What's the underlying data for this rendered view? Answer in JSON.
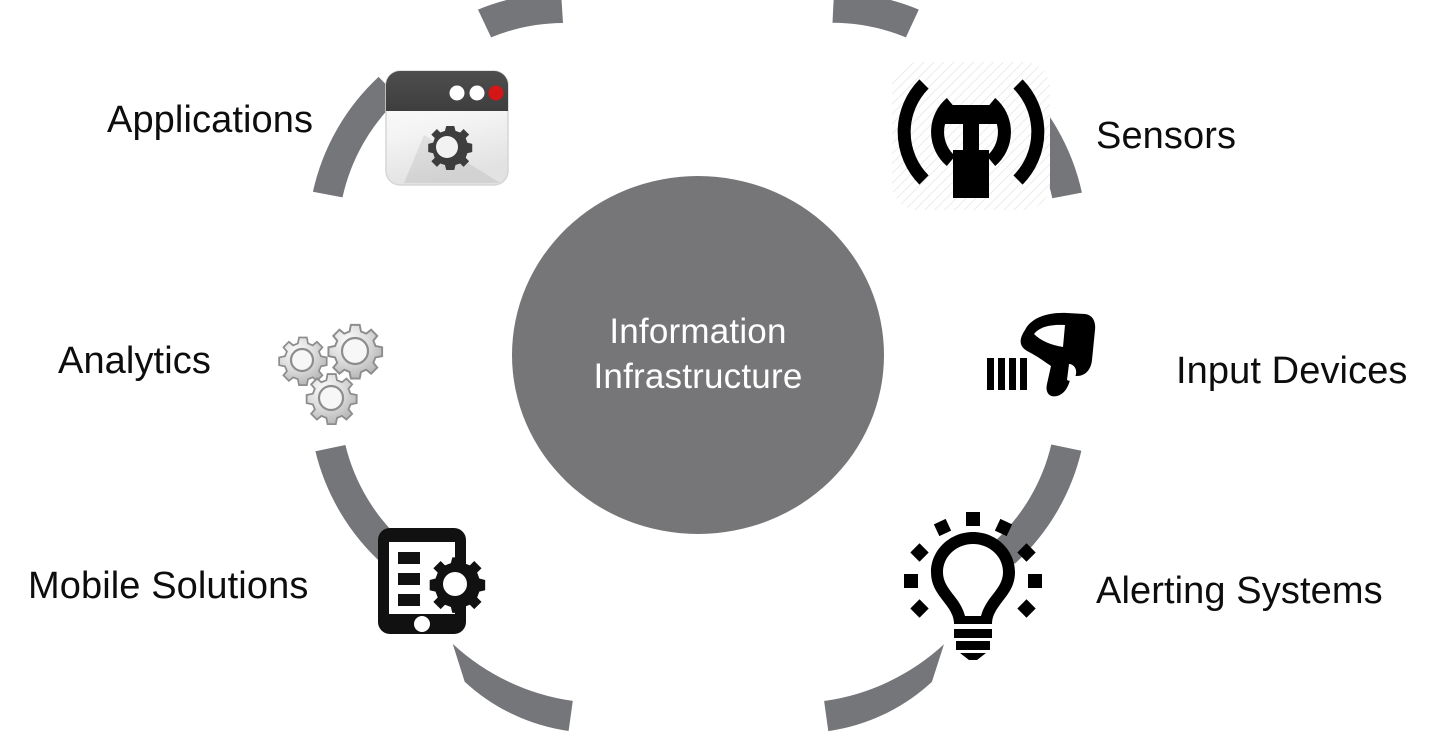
{
  "diagram": {
    "title": "Information Infrastructure ecosystem wheel",
    "hub": {
      "label": "Information\nInfrastructure",
      "text_color": "#ffffff",
      "fill_color": "#767678"
    },
    "ring": {
      "segment_color": "#75767a",
      "segment_count": 6,
      "background": "#ffffff"
    },
    "nodes": [
      {
        "id": "applications",
        "label": "Applications",
        "icon": "browser-window-gear-icon",
        "position": "top-left"
      },
      {
        "id": "analytics",
        "label": "Analytics",
        "icon": "three-gears-icon",
        "position": "left"
      },
      {
        "id": "mobile-solutions",
        "label": "Mobile Solutions",
        "icon": "smartphone-gear-icon",
        "position": "bottom-left"
      },
      {
        "id": "sensors",
        "label": "Sensors",
        "icon": "antenna-signal-icon",
        "position": "top-right"
      },
      {
        "id": "input-devices",
        "label": "Input Devices",
        "icon": "barcode-scanner-icon",
        "position": "right"
      },
      {
        "id": "alerting-systems",
        "label": "Alerting Systems",
        "icon": "lightbulb-icon",
        "position": "bottom-right"
      }
    ]
  }
}
